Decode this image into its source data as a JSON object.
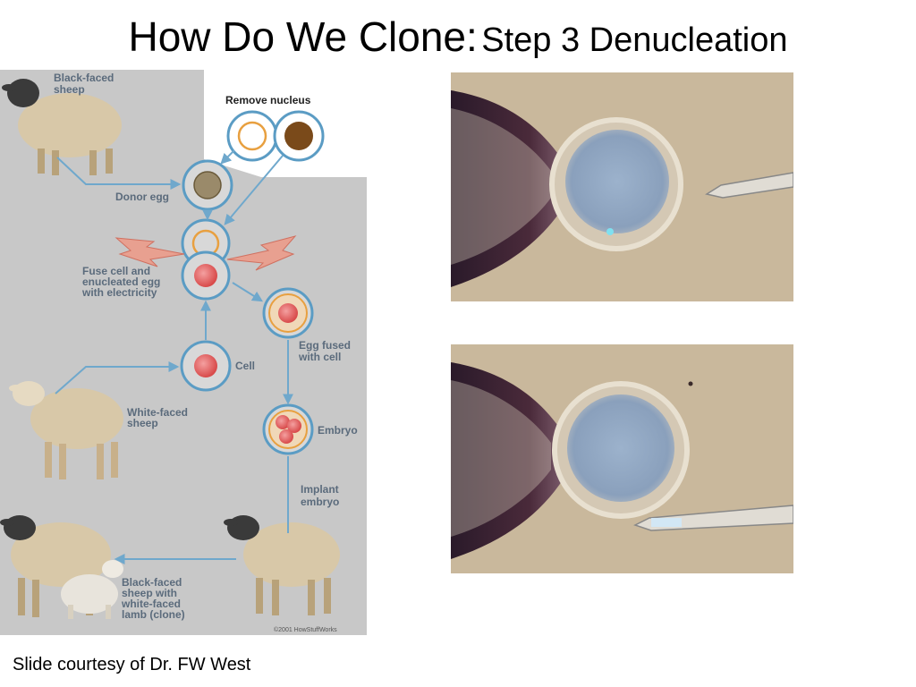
{
  "slide": {
    "title": "How Do We Clone:",
    "subtitle": "Step 3 Denucleation",
    "credit": "Slide courtesy of Dr. FW West"
  },
  "diagram": {
    "labels": {
      "black_faced_sheep_line1": "Black-faced",
      "black_faced_sheep_line2": "sheep",
      "remove_nucleus": "Remove nucleus",
      "donor_egg": "Donor egg",
      "fuse_line1": "Fuse cell and",
      "fuse_line2": "enucleated egg",
      "fuse_line3": "with electricity",
      "egg_fused_line1": "Egg fused",
      "egg_fused_line2": "with cell",
      "cell": "Cell",
      "white_faced_line1": "White-faced",
      "white_faced_line2": "sheep",
      "embryo": "Embryo",
      "implant_line1": "Implant",
      "implant_line2": "embryo",
      "result_line1": "Black-faced",
      "result_line2": "sheep with",
      "result_line3": "white-faced",
      "result_line4": "lamb (clone)",
      "copyright": "©2001 HowStuffWorks"
    },
    "colors": {
      "panel_bg": "#c8c8c8",
      "cell_ring": "#5b9cc4",
      "arrow": "#6fa8cc",
      "sheep_body": "#d8c8a8",
      "sheep_black_head": "#3a3a3a",
      "lightning": "#e8a090",
      "nucleus_red": "#d84a4a",
      "nucleus_brown": "#7a4a1a",
      "photo_bg": "#c9b89c",
      "egg_blue": "#8fa8c8"
    }
  }
}
